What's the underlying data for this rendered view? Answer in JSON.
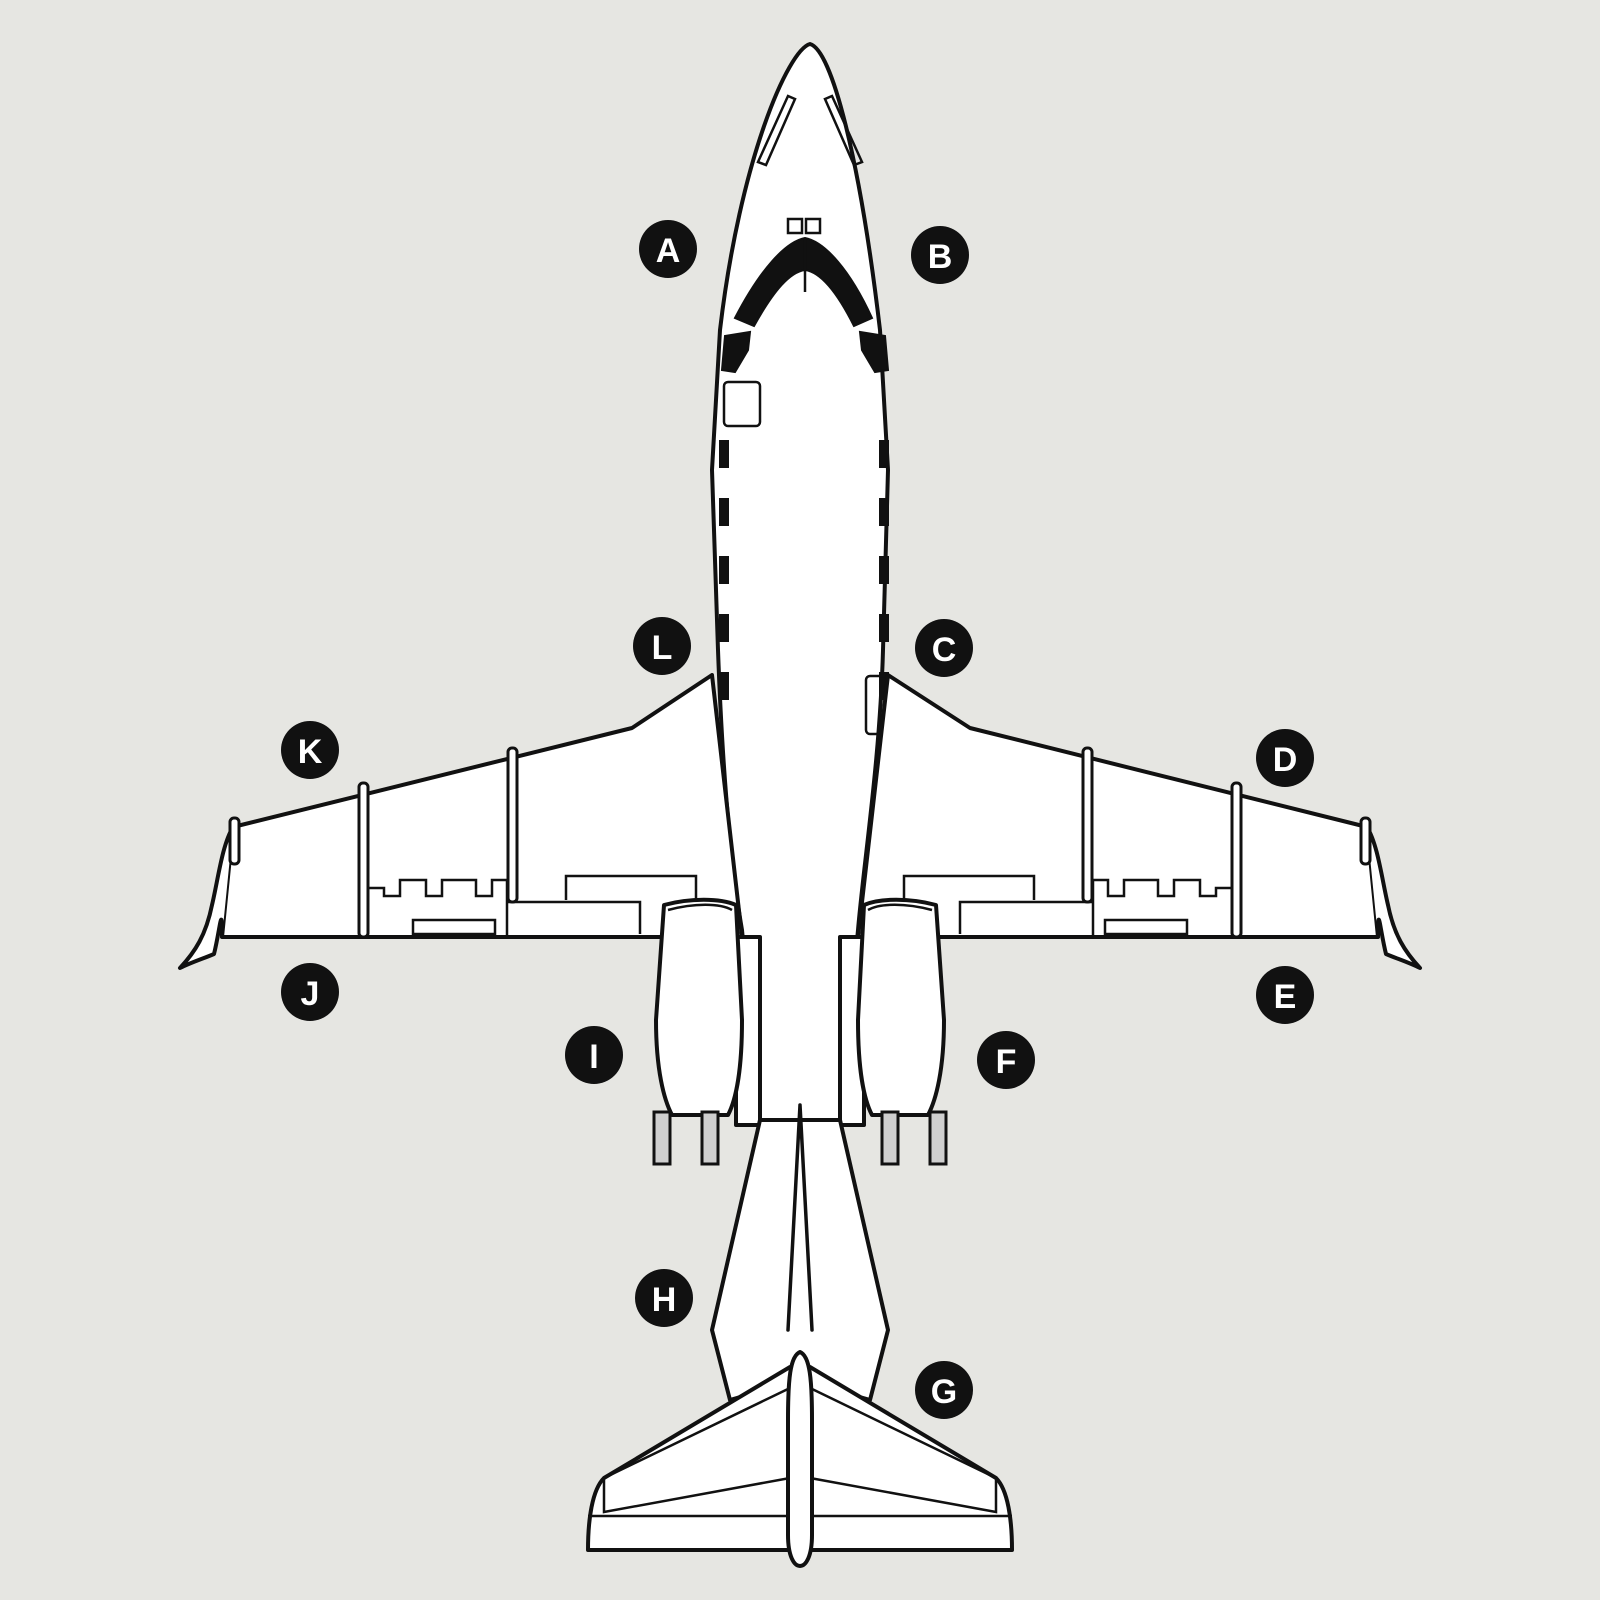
{
  "diagram": {
    "description_labels": [
      "A",
      "B",
      "C",
      "D",
      "E",
      "F",
      "G",
      "H",
      "I",
      "J",
      "K",
      "L"
    ],
    "callouts": {
      "a": "A",
      "b": "B",
      "c": "C",
      "d": "D",
      "e": "E",
      "f": "F",
      "g": "G",
      "h": "H",
      "i": "I",
      "j": "J",
      "k": "K",
      "l": "L"
    }
  },
  "colors": {
    "paper": "#e6e6e2",
    "ink": "#111111"
  }
}
